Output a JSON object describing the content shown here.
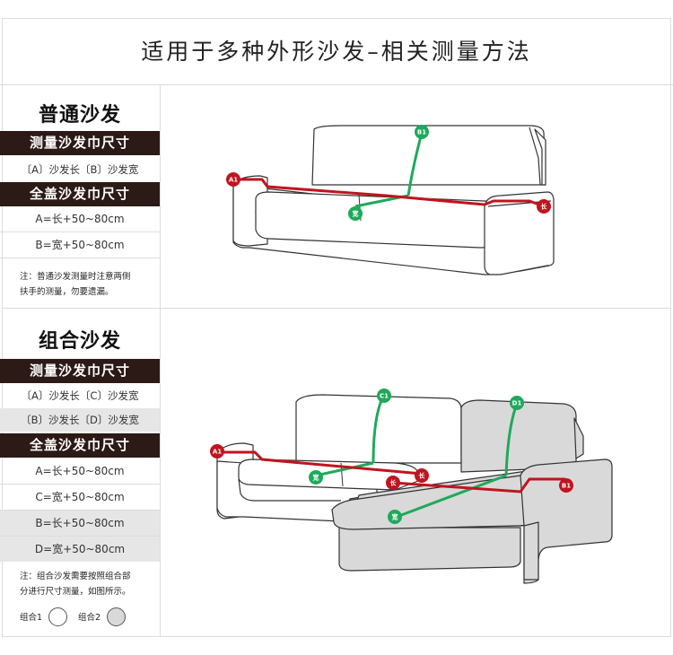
{
  "title": "适用于多种外形沙发–相关测量方法",
  "colors": {
    "red": "#c0141f",
    "green": "#1fa95a",
    "dark_bar": "#2b1a15",
    "gray_row": "#e6e6e6"
  },
  "section1": {
    "title": "普通沙发",
    "measure_header": "测量沙发巾尺寸",
    "measure_row": "〔A〕沙发长〔B〕沙发宽",
    "cover_header": "全盖沙发巾尺寸",
    "formula_a": "A=长+50~80cm",
    "formula_b": "B=宽+50~80cm",
    "note_line1": "注：普通沙发测量时注意两侧",
    "note_line2": "扶手的测量，勿要遗漏。"
  },
  "section2": {
    "title": "组合沙发",
    "measure_header": "测量沙发巾尺寸",
    "measure_row1": "〔A〕沙发长〔C〕沙发宽",
    "measure_row2": "〔B〕沙发长〔D〕沙发宽",
    "cover_header": "全盖沙发巾尺寸",
    "formula_a": "A=长+50~80cm",
    "formula_c": "C=宽+50~80cm",
    "formula_b": "B=长+50~80cm",
    "formula_d": "D=宽+50~80cm",
    "note_line1": "注：组合沙发需要按照组合部",
    "note_line2": "分进行尺寸测量，如图所示。",
    "legend1": "组合1",
    "legend2": "组合2"
  },
  "diagram1": {
    "a1": "A1",
    "b1": "B1",
    "width": "宽",
    "length": "长"
  },
  "diagram2": {
    "a1": "A1",
    "c1": "C1",
    "d1": "D1",
    "b1": "B1",
    "width1": "宽",
    "length1": "长",
    "length2": "长",
    "width2": "宽"
  }
}
